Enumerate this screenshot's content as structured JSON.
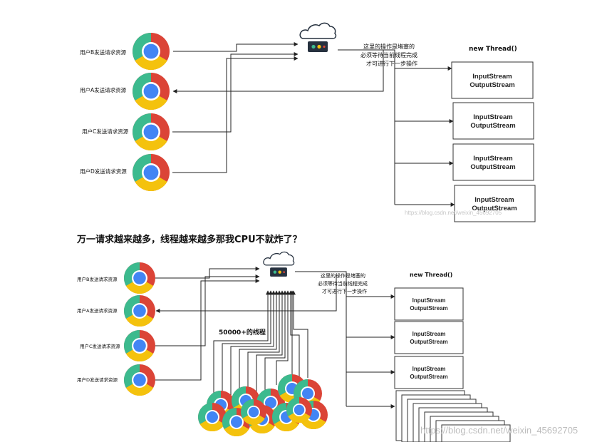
{
  "top": {
    "users": [
      "用户B发送请求资源",
      "用户A发送请求资源",
      "用户C发送请求资源",
      "用户D发送请求资源"
    ],
    "note": [
      "这里的操作是堵塞的",
      "必须等待当前线程完成",
      "才可进行下一步操作"
    ],
    "thread_title": "new Thread()",
    "box_line1": "InputStream",
    "box_line2": "OutputStream",
    "watermark": "https://blog.csdn.net/weixin_45692705"
  },
  "heading": "万一请求越来越多，线程越来越多那我CPU不就炸了？",
  "bottom": {
    "users": [
      "用户B发送请求资源",
      "用户A发送请求资源",
      "用户C发送请求资源",
      "用户D发送请求资源"
    ],
    "note": [
      "这里的操作是堵塞的",
      "必须等待当前线程完成",
      "才可进行下一步操作"
    ],
    "thread_title": "new Thread()",
    "box_line1": "InputStream",
    "box_line2": "OutputStream",
    "crowd_label": "50000+的线程",
    "watermark": "https://blog.csdn.net/weixin_45692705"
  },
  "colors": {
    "chrome_red": "#DB4437",
    "chrome_yellow": "#F4C20D",
    "chrome_green": "#3CBA8E",
    "chrome_blue": "#4285F4",
    "server_dark": "#26313f"
  }
}
